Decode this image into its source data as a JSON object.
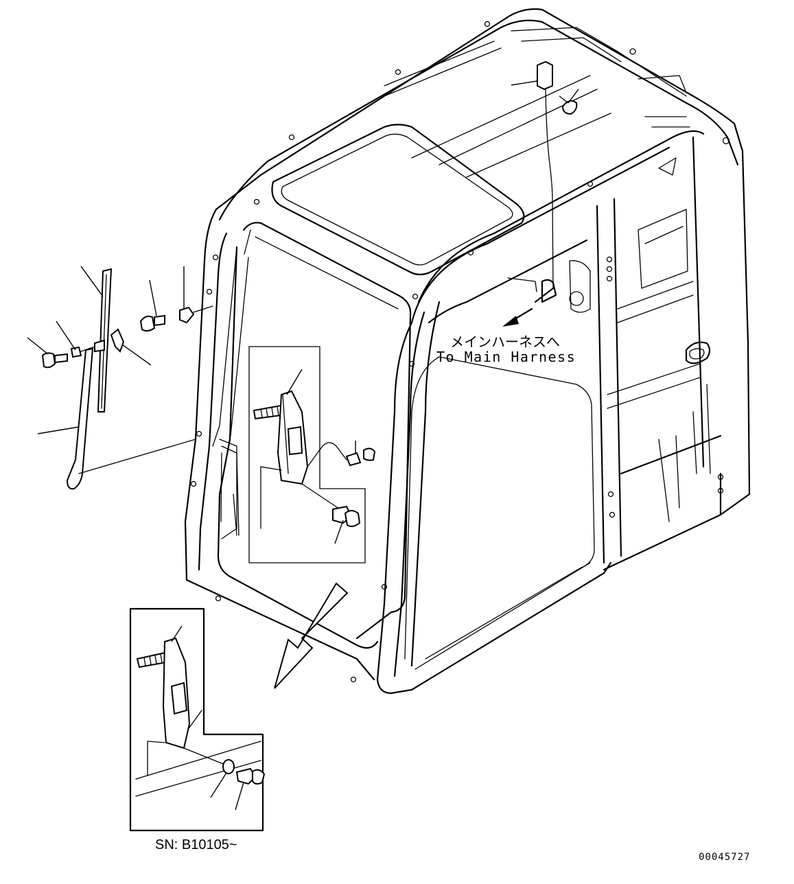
{
  "labels": {
    "harness_jp": "メインハーネスへ",
    "harness_en": "To Main Harness",
    "serial_note": "SN: B10105~",
    "drawing_number": "00045727"
  },
  "colors": {
    "ink": "#000000",
    "paper": "#ffffff"
  },
  "icons": {
    "direction_arrow": "arrow-down-left-icon",
    "harness_arrow": "arrow-down-left-icon"
  }
}
